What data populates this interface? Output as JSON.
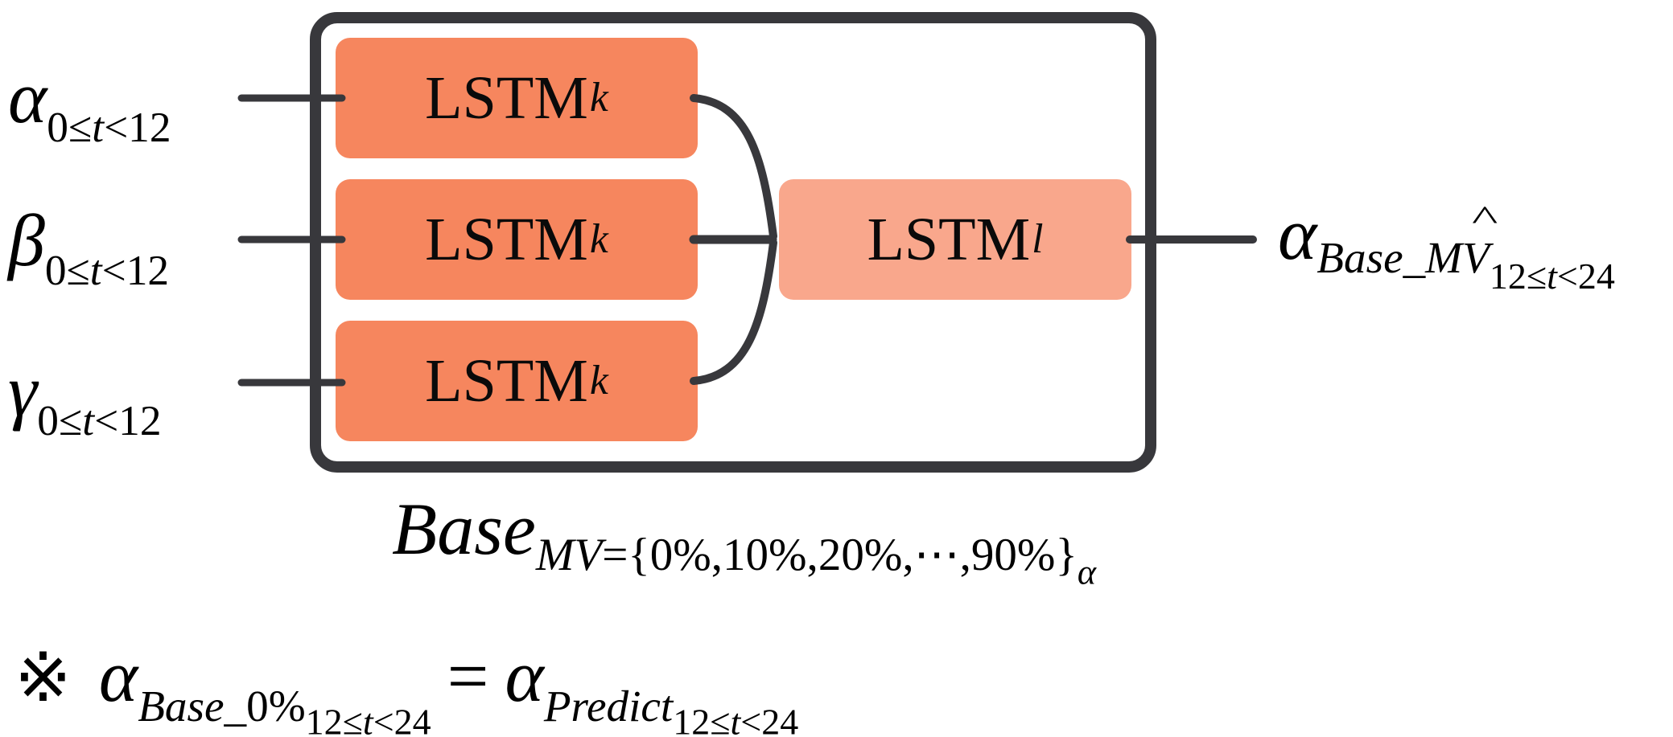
{
  "colors": {
    "background": "#FFFFFF",
    "container_border": "#38383C",
    "wire": "#38383C",
    "lstm_k_fill": "#F6865E",
    "lstm_l_fill": "#F9A78C",
    "text": "#000000"
  },
  "inputs": [
    {
      "variable": "α",
      "sub_pre": "0≤",
      "sub_var": "t",
      "sub_post": "<12"
    },
    {
      "variable": "β",
      "sub_pre": "0≤",
      "sub_var": "t",
      "sub_post": "<12"
    },
    {
      "variable": "γ",
      "sub_pre": "0≤",
      "sub_var": "t",
      "sub_post": "<12"
    }
  ],
  "encoder_boxes": [
    {
      "label": "LSTM",
      "subscript": "k"
    },
    {
      "label": "LSTM",
      "subscript": "k"
    },
    {
      "label": "LSTM",
      "subscript": "k"
    }
  ],
  "decoder_box": {
    "label": "LSTM",
    "subscript": "l"
  },
  "output": {
    "variable": "α",
    "hat": "^",
    "subscript1": "Base_MV",
    "sub2_pre": "12≤",
    "sub2_var": "t",
    "sub2_post": "<24"
  },
  "caption": {
    "name": "Base",
    "sub_var": "MV",
    "sub_set": "={0%,10%,20%,⋯,90%}",
    "sub_sub": "α"
  },
  "note": {
    "marker": "※",
    "lhs": {
      "variable": "α",
      "sub_italic": "Base_",
      "sub_plain": "0%",
      "sub2_pre": "12≤",
      "sub2_var": "t",
      "sub2_post": "<24"
    },
    "equals": "=",
    "rhs": {
      "variable": "α",
      "sub_italic": "Predict",
      "sub2_pre": "12≤",
      "sub2_var": "t",
      "sub2_post": "<24"
    }
  }
}
